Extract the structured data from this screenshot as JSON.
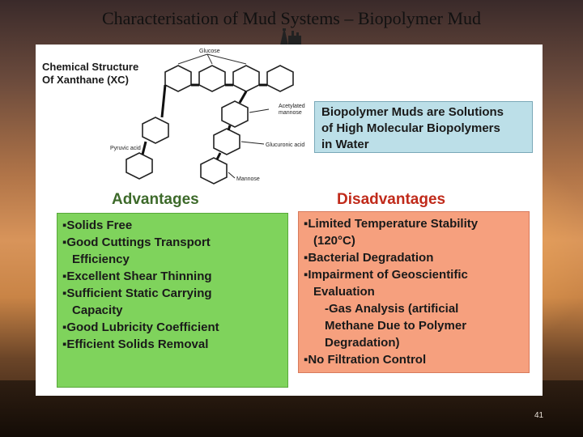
{
  "slide": {
    "title": "Characterisation of Mud Systems – Biopolymer Mud",
    "page_number": "41"
  },
  "structure": {
    "heading_line1": "Chemical Structure",
    "heading_line2": "Of Xanthane (XC)",
    "labels": {
      "glucose": "Glucose",
      "acetylated_mannose_1": "Acetylated",
      "acetylated_mannose_2": "mannose",
      "glucuronic_acid": "Glucuronic acid",
      "mannose": "Mannose",
      "pyruvic_acid": "Pyruvic acid"
    }
  },
  "callout": {
    "line1": "Biopolymer Muds are Solutions",
    "line2": "of High Molecular Biopolymers",
    "line3": "in Water"
  },
  "advantages": {
    "heading": "Advantages",
    "items": [
      "▪Solids Free",
      "▪Good Cuttings Transport",
      "Efficiency",
      "▪Excellent Shear Thinning",
      "▪Sufficient Static Carrying",
      "Capacity",
      "▪Good Lubricity Coefficient",
      "▪Efficient Solids Removal"
    ]
  },
  "disadvantages": {
    "heading": "Disadvantages",
    "items": [
      "▪Limited Temperature Stability",
      "(120°C)",
      "▪Bacterial Degradation",
      "▪Impairment of Geoscientific",
      "Evaluation",
      "-Gas Analysis (artificial",
      "Methane Due to Polymer",
      "Degradation)",
      "▪No Filtration Control"
    ]
  },
  "colors": {
    "advantages_box": "#7fd35c",
    "disadvantages_box": "#f6a07e",
    "callout_box": "#bcdfe8",
    "advantages_heading": "#3d6a2a",
    "disadvantages_heading": "#c02a1a"
  }
}
